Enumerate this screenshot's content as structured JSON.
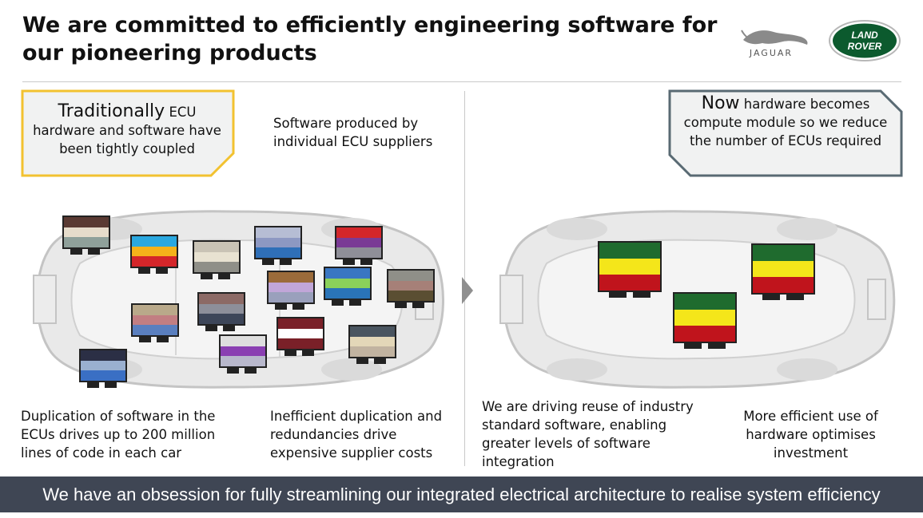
{
  "title": "We are committed to efficiently engineering software for our pioneering products",
  "logos": {
    "jaguar": "JAGUAR",
    "land_rover_line1": "LAND",
    "land_rover_line2": "ROVER"
  },
  "left": {
    "callout_bold": "Traditionally",
    "callout_rest": " ECU hardware and software have been tightly coupled",
    "top_note": "Software produced by individual ECU suppliers",
    "bottom_left": "Duplication of software in the ECUs drives up to 200 million lines of code in each car",
    "bottom_right": "Inefficient duplication and redundancies drive expensive supplier costs"
  },
  "right": {
    "callout_bold": "Now",
    "callout_rest": " hardware becomes compute module so we reduce the number of ECUs required",
    "bottom_left": "We are driving reuse of industry standard software, enabling greater levels of software integration",
    "bottom_right": "More efficient use of hardware optimises investment"
  },
  "footer": "We have an obsession for fully streamlining our integrated electrical architecture to realise system efficiency",
  "colors": {
    "footer_bg": "#3f4654",
    "callout_left_border": "#f2c230",
    "callout_right_border": "#596a73",
    "ecu_green": "#1f6b2e",
    "ecu_yellow": "#f4e61a",
    "ecu_red": "#c0141c"
  },
  "left_ecus": [
    [
      "#5a3a33",
      "#e6dccb",
      "#8fa09a"
    ],
    [
      "#2aa8e0",
      "#f5b21a",
      "#d4262a"
    ],
    [
      "#c9c3b5",
      "#e8e2d1",
      "#8f8f88"
    ],
    [
      "#b6bdd4",
      "#8d98c2",
      "#2f6fb8"
    ],
    [
      "#d3262a",
      "#7a3a95",
      "#8f8f98"
    ],
    [
      "#9b6b3a",
      "#c1a6d8",
      "#9aa0bc"
    ],
    [
      "#3976c2",
      "#8bd15a",
      "#2a74b8"
    ],
    [
      "#8f8f88",
      "#a68078",
      "#5a4e32"
    ],
    [
      "#b9a98a",
      "#c27e82",
      "#5a7fbf"
    ],
    [
      "#8c6a66",
      "#8d8f9a",
      "#3d4659"
    ],
    [
      "#7a2028",
      "#ffffff",
      "#7a2028"
    ],
    [
      "#4a5560",
      "#e3d7b8",
      "#c1b3a0"
    ],
    [
      "#dedede",
      "#8a3fb2",
      "#b8b8cc"
    ],
    [
      "#2b2f45",
      "#9ab0d0",
      "#3a6fc4"
    ]
  ]
}
